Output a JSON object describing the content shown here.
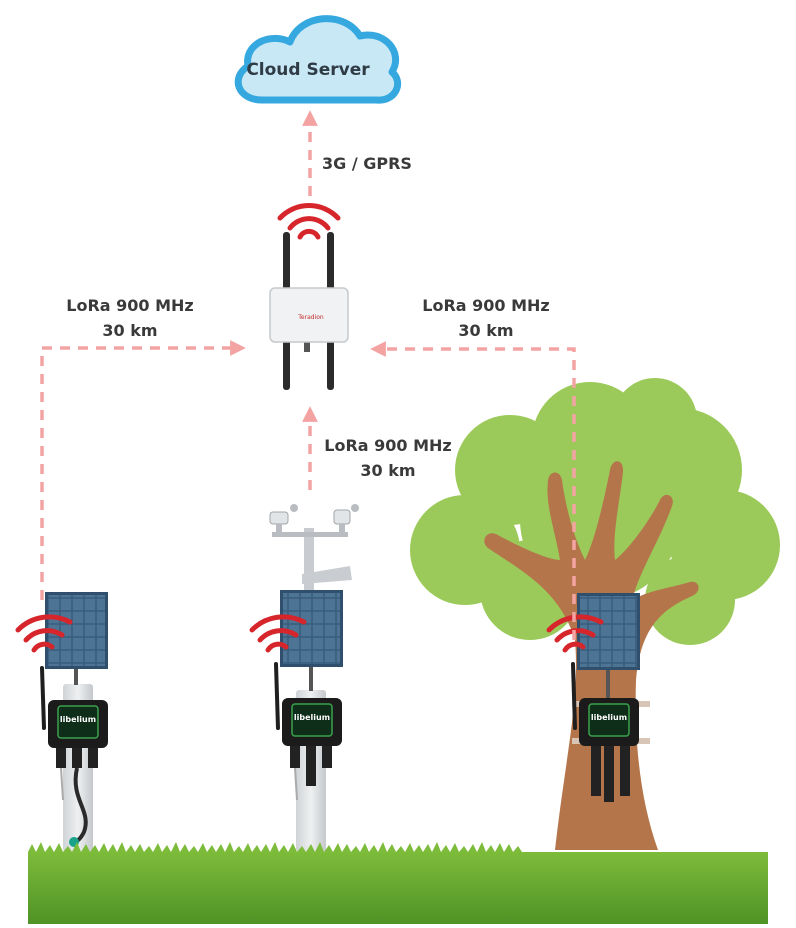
{
  "cloud": {
    "label": "Cloud Server"
  },
  "links": {
    "gateway_to_cloud": {
      "protocol": "3G / GPRS"
    },
    "left_node": {
      "protocol": "LoRa 900 MHz",
      "range": "30 km"
    },
    "right_node": {
      "protocol": "LoRa 900 MHz",
      "range": "30 km"
    },
    "center_node": {
      "protocol": "LoRa 900 MHz",
      "range": "30 km"
    }
  },
  "gateway": {
    "brand_mark": "Teradion"
  },
  "nodes": [
    {
      "id": "left",
      "brand": "libelium"
    },
    {
      "id": "center",
      "brand": "libelium"
    },
    {
      "id": "right",
      "brand": "libelium"
    }
  ],
  "colors": {
    "arrow": "#f4a3a3",
    "wifi": "#d7252c",
    "cloud_fill": "#c9e8f6",
    "cloud_stroke": "#35a8df",
    "grass": "#6eb033",
    "tree_canopy": "#9cca5a",
    "tree_trunk": "#b5754a"
  }
}
